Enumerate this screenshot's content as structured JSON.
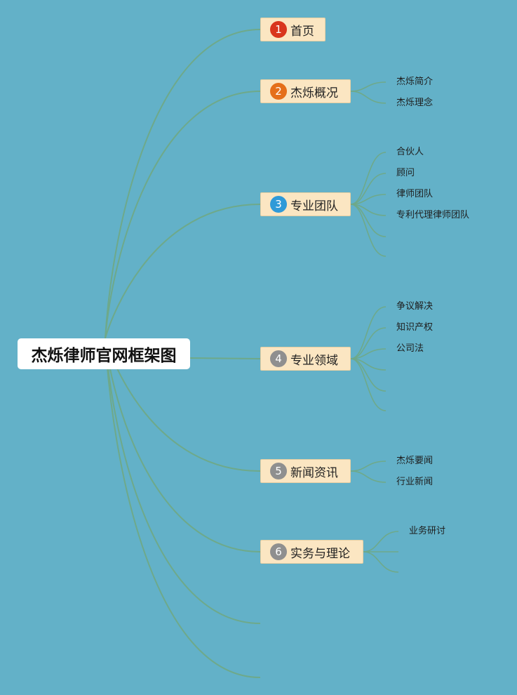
{
  "root": {
    "label": "杰烁律师官网框架图"
  },
  "branches": [
    {
      "number": "1",
      "label": "首页",
      "badge_color": "#d9361d",
      "children": []
    },
    {
      "number": "2",
      "label": "杰烁概况",
      "badge_color": "#e56f1a",
      "children": [
        "杰烁简介",
        "杰烁理念"
      ]
    },
    {
      "number": "3",
      "label": "专业团队",
      "badge_color": "#2f9ad8",
      "children": [
        "合伙人",
        "顾问",
        "律师团队",
        "专利代理律师团队"
      ]
    },
    {
      "number": "4",
      "label": "专业领域",
      "badge_color": "#8f8f8f",
      "children": [
        "争议解决",
        "知识产权",
        "公司法"
      ]
    },
    {
      "number": "5",
      "label": "新闻资讯",
      "badge_color": "#8f8f8f",
      "children": [
        "杰烁要闻",
        "行业新闻"
      ]
    },
    {
      "number": "6",
      "label": "实务与理论",
      "badge_color": "#8f8f8f",
      "children": [
        "业务研讨"
      ]
    }
  ],
  "colors": {
    "background": "#63b1c8",
    "connector": "#6ea98a",
    "branch_fill": "#fbe6c2",
    "root_fill": "#ffffff"
  }
}
